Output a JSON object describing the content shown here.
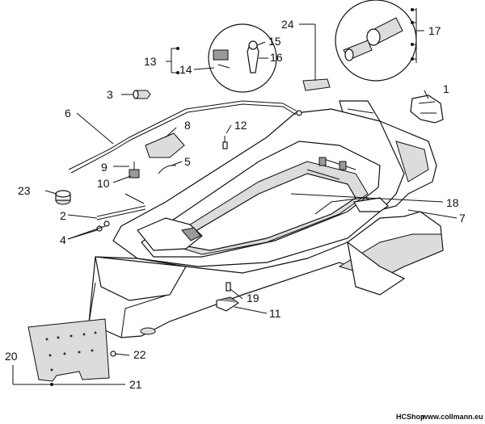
{
  "labels": {
    "l1": "1",
    "l2": "2",
    "l3": "3",
    "l4": "4",
    "l5": "5",
    "l6": "6",
    "l7": "7",
    "l8": "8",
    "l9": "9",
    "l10": "10",
    "l11": "11",
    "l12": "12",
    "l13": "13",
    "l14": "14",
    "l15": "15",
    "l16": "16",
    "l17": "17",
    "l18": "18",
    "l19": "19",
    "l20": "20",
    "l21": "21",
    "l22": "22",
    "l23": "23",
    "l24": "24"
  },
  "footer": {
    "brand": "HCShop",
    "url": "www.collmann.eu"
  }
}
